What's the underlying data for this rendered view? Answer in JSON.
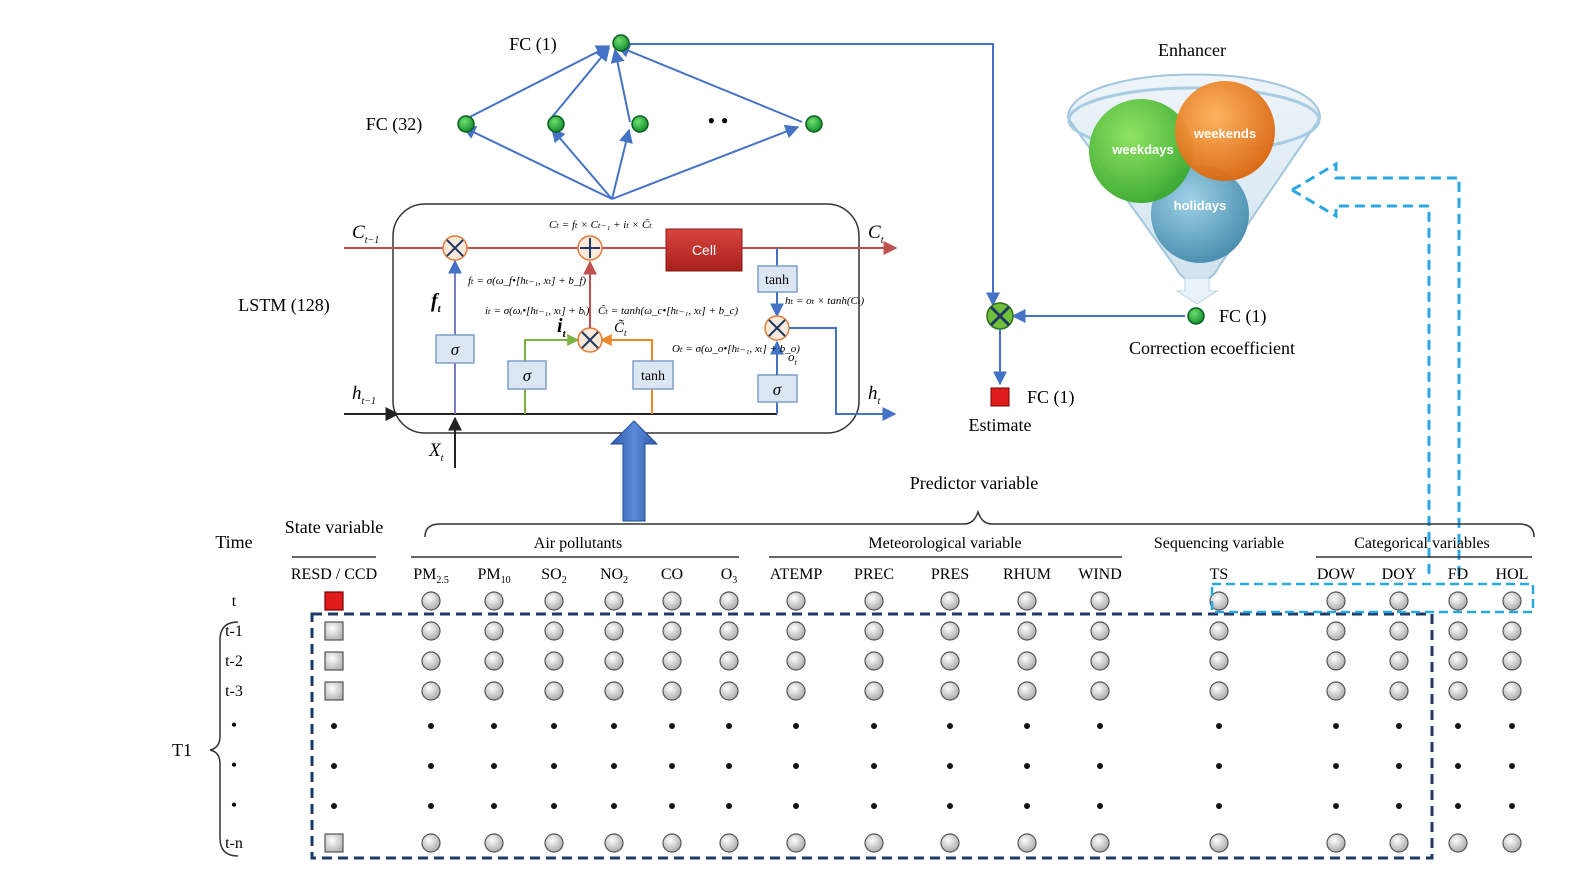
{
  "network": {
    "fc_output_label": "FC (1)",
    "fc_hidden_label": "FC (32)",
    "lstm_label": "LSTM (128)",
    "ellipsis": "• •"
  },
  "lstm": {
    "c_prev": "C",
    "c_prev_sub": "t−1",
    "c_next": "C",
    "c_next_sub": "t",
    "h_prev": "h",
    "h_prev_sub": "t−1",
    "h_next": "h",
    "h_next_sub": "t",
    "x_in": "X",
    "x_in_sub": "t",
    "cell_label": "Cell",
    "tanh_label": "tanh",
    "sigma_label": "σ",
    "f_label": "f",
    "f_sub": "t",
    "i_label": "i",
    "i_sub": "t",
    "ctilde_label": "C̃",
    "ctilde_sub": "t",
    "o_label": "o",
    "o_sub": "t",
    "eq_cell": "Cₜ = fₜ × Cₜ₋₁ + iₜ × C̃ₜ",
    "eq_forget": "fₜ = σ(ω_f•[hₜ₋₁, xₜ] + b_f)",
    "eq_input": "iₜ = σ(ωᵢ•[hₜ₋₁, xₜ] + bᵢ)",
    "eq_ctilde": "C̃ₜ = tanh(ω_c•[hₜ₋₁, xₜ] + b_c)",
    "eq_output": "Oₜ = σ(ω_o•[hₜ₋₁, xₜ] + b_o)",
    "eq_hidden": "hₜ = oₜ × tanh(Cₜ)"
  },
  "enhancer": {
    "title": "Enhancer",
    "weekdays": "weekdays",
    "weekends": "weekends",
    "holidays": "holidays",
    "fc_label": "FC (1)",
    "correction_label": "Correction ecoefficient",
    "estimate_fc_label": "FC (1)",
    "estimate_label": "Estimate"
  },
  "table": {
    "predictor_title": "Predictor variable",
    "time_header": "Time",
    "state_header": "State variable",
    "state_sub": "RESD / CCD",
    "groups": {
      "air": "Air pollutants",
      "meteo": "Meteorological variable",
      "seq": "Sequencing variable",
      "cat": "Categorical variables"
    },
    "columns": [
      {
        "label": "PM",
        "sub": "2.5"
      },
      {
        "label": "PM",
        "sub": "10"
      },
      {
        "label": "SO",
        "sub": "2"
      },
      {
        "label": "NO",
        "sub": "2"
      },
      {
        "label": "CO",
        "sub": ""
      },
      {
        "label": "O",
        "sub": "3"
      },
      {
        "label": "ATEMP",
        "sub": ""
      },
      {
        "label": "PREC",
        "sub": ""
      },
      {
        "label": "PRES",
        "sub": ""
      },
      {
        "label": "RHUM",
        "sub": ""
      },
      {
        "label": "WIND",
        "sub": ""
      },
      {
        "label": "TS",
        "sub": ""
      },
      {
        "label": "DOW",
        "sub": ""
      },
      {
        "label": "DOY",
        "sub": ""
      },
      {
        "label": "FD",
        "sub": ""
      },
      {
        "label": "HOL",
        "sub": ""
      }
    ],
    "rows": [
      "t",
      "t-1",
      "t-2",
      "t-3",
      "•",
      "•",
      "•",
      "t-n"
    ],
    "window_label": "T1"
  },
  "colors": {
    "arrow_blue": "#4472c4",
    "node_green": "#1aa33a",
    "estimate_red": "#e01b1b",
    "cell_red": "#c0282a",
    "dashed_navy": "#1f3864",
    "dashed_cyan": "#29a9e0",
    "gate_fill": "#dce6f2",
    "cell_line": "#c0504d",
    "weekdays": "#5cc13a",
    "weekends": "#ec7a1c",
    "holidays": "#5b9bb6"
  }
}
